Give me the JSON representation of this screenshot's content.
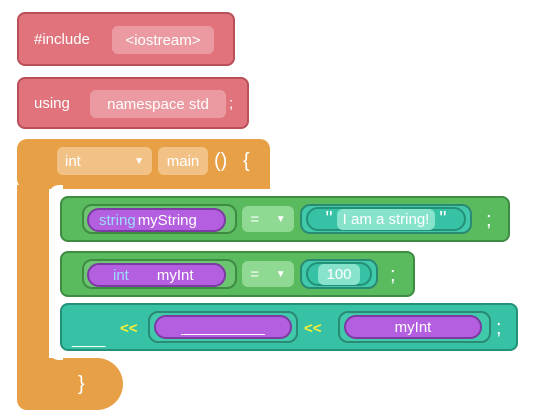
{
  "include_block": {
    "keyword": "#include",
    "header": "<iostream>"
  },
  "using_block": {
    "keyword": "using",
    "ns": "namespace std",
    "semi": ";"
  },
  "main_block": {
    "return_type": "int",
    "dropdown_arrow": "▼",
    "name": "main",
    "parens": "()",
    "open_brace": "{",
    "close_brace": "}"
  },
  "stmt1": {
    "type": "string",
    "var": "myString",
    "op": "=",
    "op_arrow": "▼",
    "quote_open": "\"",
    "value": "I am a string!",
    "quote_close": "\"",
    "semi": ";"
  },
  "stmt2": {
    "type": "int",
    "var": "myInt",
    "op": "=",
    "op_arrow": "▼",
    "value": "100",
    "semi": ";"
  },
  "stmt3": {
    "stream": "____",
    "op1": "<<",
    "blank": "__________",
    "op2": "<<",
    "var": "myInt",
    "semi": ";"
  },
  "colors": {
    "red": "#e0737b",
    "orange": "#e8a046",
    "green": "#5aba5e",
    "teal": "#38c2a5",
    "purple": "#b35fe0",
    "op_yellow": "#f5ee3a"
  }
}
